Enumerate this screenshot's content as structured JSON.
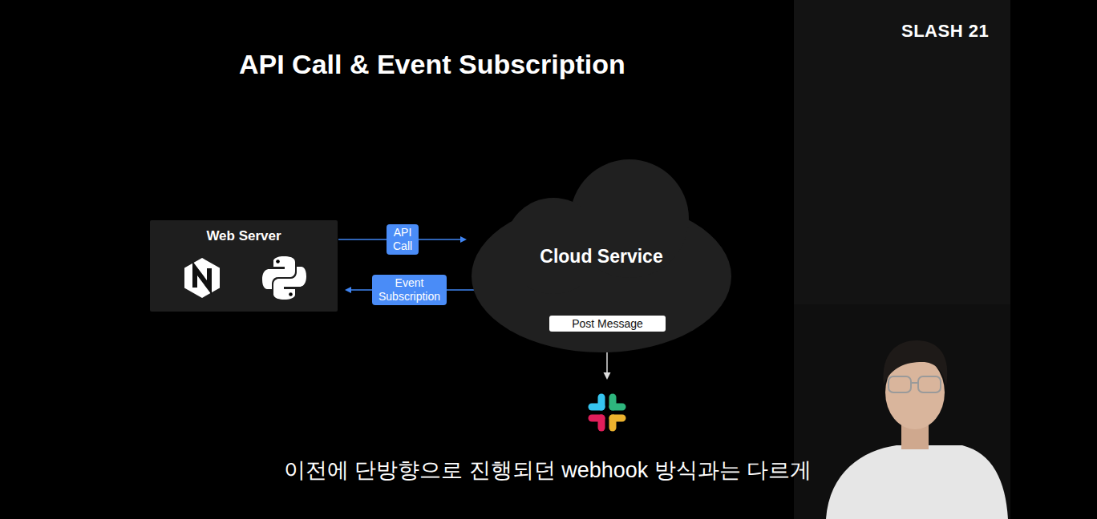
{
  "diagram": {
    "title": "API Call & Event Subscription",
    "caption": "이전에 단방향으로 진행되던 webhook 방식과는 다르게",
    "nodes": [
      {
        "text": [
          "Web Server"
        ]
      },
      {
        "text": [
          "Cloud Service"
        ]
      }
    ],
    "edges": [
      {
        "from": 0,
        "to": 1,
        "label": "API Call",
        "arrow": "to"
      },
      {
        "from": 1,
        "to": 0,
        "label": "Event Subscription",
        "arrow": "to"
      }
    ],
    "labels": [
      "SLASH 21",
      "Post Message"
    ]
  }
}
